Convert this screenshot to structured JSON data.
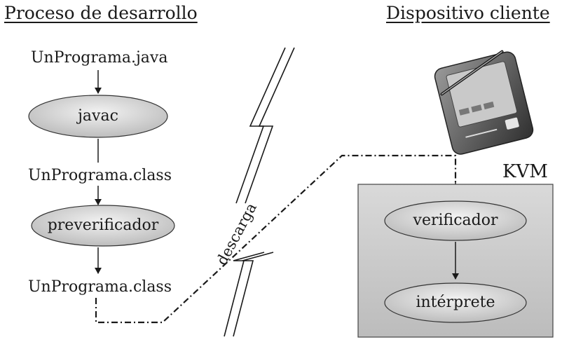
{
  "headings": {
    "left": "Proceso de desarrollo",
    "right": "Dispositivo cliente"
  },
  "development": {
    "source_file": "UnPrograma.java",
    "compiler": "javac",
    "class_file_1": "UnPrograma.class",
    "preverifier": "preverificador",
    "class_file_2": "UnPrograma.class"
  },
  "download_label": "descarga",
  "client": {
    "vm_label": "KVM",
    "verifier": "verificador",
    "interpreter": "intérprete",
    "device_icon": "pda-handheld-icon"
  },
  "colors": {
    "oval_fill": "#d4d4d4",
    "kvm_box_fill": "#c4c4c4",
    "ink": "#1a1a1a"
  }
}
